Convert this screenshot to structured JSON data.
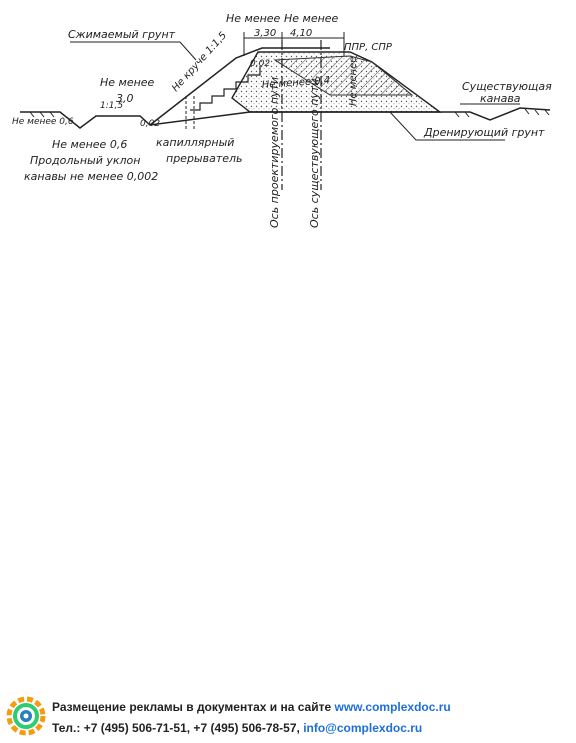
{
  "drawing": {
    "labels": {
      "compacted_soil": "Сжимаемый грунт",
      "not_less_top_left": "Не менее",
      "not_less_top_right": "Не менее",
      "dim_330": "3,30",
      "dim_410": "4,10",
      "ppr_spr": "ППР, СПР",
      "slope_15": "Не круче 1:1,5",
      "val_002": "0,02",
      "not_less_04": "Не менее 0,4",
      "existing_ditch_1": "Существующая",
      "existing_ditch_2": "канава",
      "not_less_30_a": "Не менее",
      "not_less_30_b": "3,0",
      "not_less_06_left": "Не менее 0,6",
      "slope_left": "1:1,5",
      "val_002_left": "0,02",
      "not_less_06": "Не менее 0,6",
      "long_slope_1": "Продольный уклон",
      "long_slope_2": "канавы не менее 0,002",
      "capillary_1": "капиллярный",
      "capillary_2": "прерыватель",
      "not_less_vert": "Не менее",
      "drainage_soil": "Дренирующий грунт",
      "axis_designed": "Ось проектируемого пути",
      "axis_existing": "Ось существующего пути"
    }
  },
  "footer": {
    "ad_text": "Размещение рекламы в документах и на сайте ",
    "site": "www.complexdoc.ru",
    "phones": "Тел.: +7 (495) 506-71-51, +7 (495) 506-78-57, ",
    "email": "info@complexdoc.ru"
  }
}
